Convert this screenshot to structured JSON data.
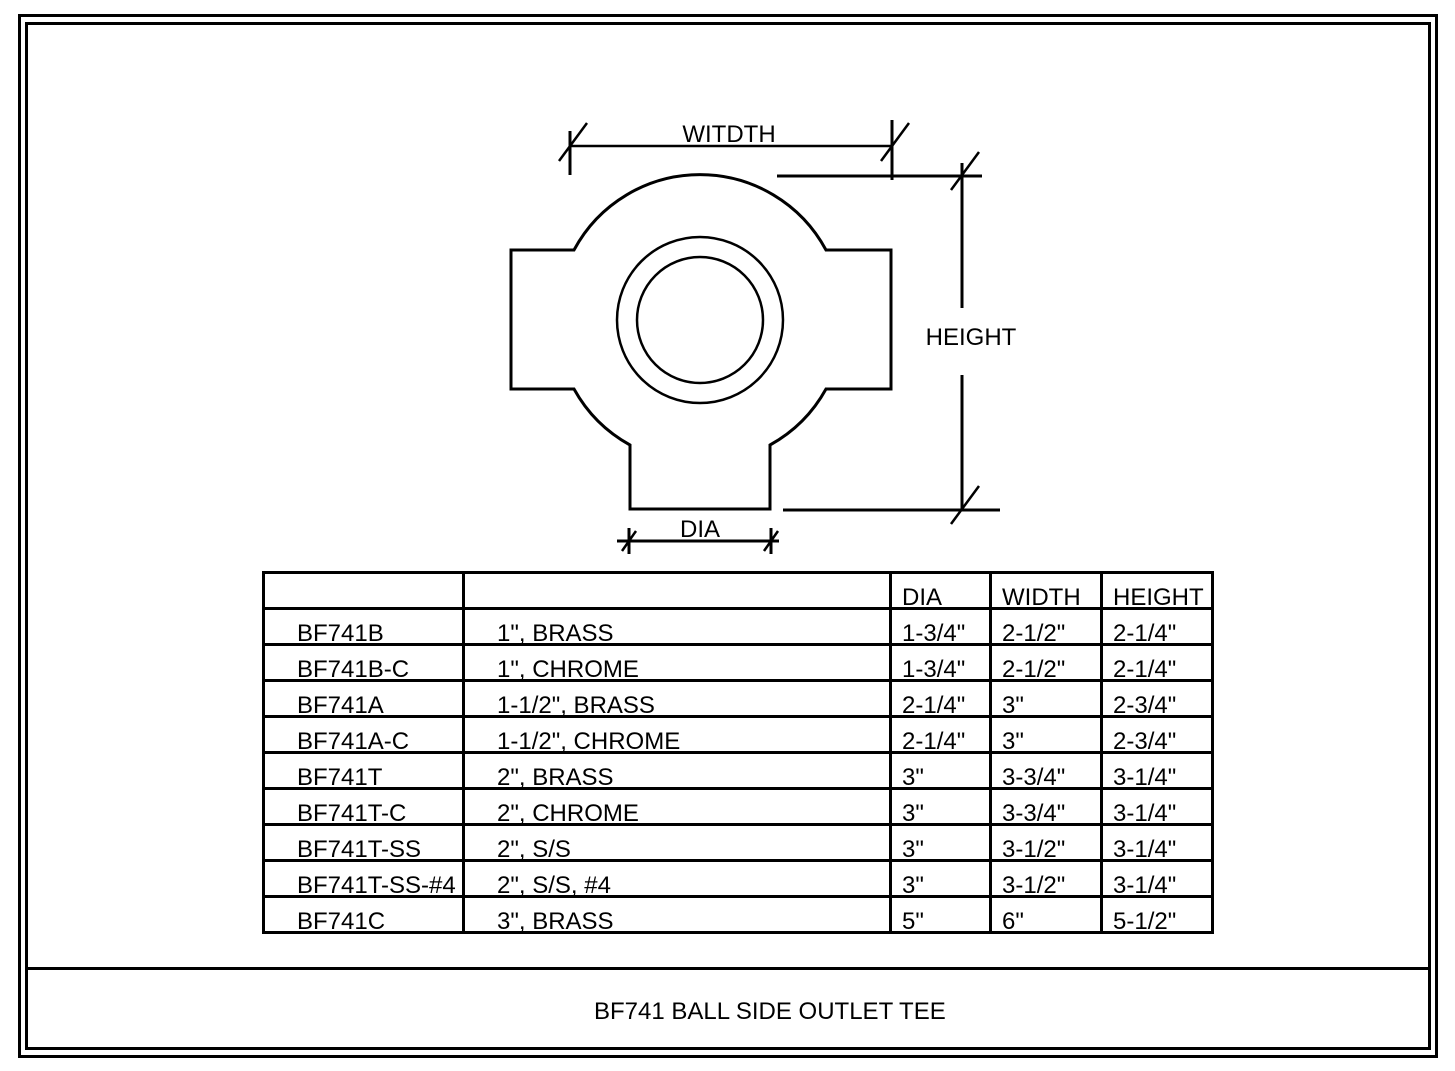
{
  "drawing": {
    "title": "BF741 BALL SIDE OUTLET TEE",
    "dimension_labels": {
      "width": "WITDTH",
      "height": "HEIGHT",
      "dia": "DIA"
    },
    "line_color": "#000000",
    "background": "#ffffff"
  },
  "table": {
    "headers": [
      "",
      "",
      "DIA",
      "WIDTH",
      "HEIGHT"
    ],
    "rows": [
      {
        "model": "BF741B",
        "description": "1\", BRASS",
        "dia": "1-3/4\"",
        "width": "2-1/2\"",
        "height": "2-1/4\""
      },
      {
        "model": "BF741B-C",
        "description": "1\", CHROME",
        "dia": "1-3/4\"",
        "width": "2-1/2\"",
        "height": "2-1/4\""
      },
      {
        "model": "BF741A",
        "description": "1-1/2\", BRASS",
        "dia": "2-1/4\"",
        "width": "3\"",
        "height": "2-3/4\""
      },
      {
        "model": "BF741A-C",
        "description": "1-1/2\", CHROME",
        "dia": "2-1/4\"",
        "width": "3\"",
        "height": "2-3/4\""
      },
      {
        "model": "BF741T",
        "description": "2\", BRASS",
        "dia": "3\"",
        "width": "3-3/4\"",
        "height": "3-1/4\""
      },
      {
        "model": "BF741T-C",
        "description": "2\", CHROME",
        "dia": "3\"",
        "width": "3-3/4\"",
        "height": "3-1/4\""
      },
      {
        "model": "BF741T-SS",
        "description": "2\", S/S",
        "dia": "3\"",
        "width": "3-1/2\"",
        "height": "3-1/4\""
      },
      {
        "model": "BF741T-SS-#4",
        "description": "2\", S/S, #4",
        "dia": "3\"",
        "width": "3-1/2\"",
        "height": "3-1/4\""
      },
      {
        "model": "BF741C",
        "description": "3\", BRASS",
        "dia": "5\"",
        "width": "6\"",
        "height": "5-1/2\""
      }
    ]
  }
}
